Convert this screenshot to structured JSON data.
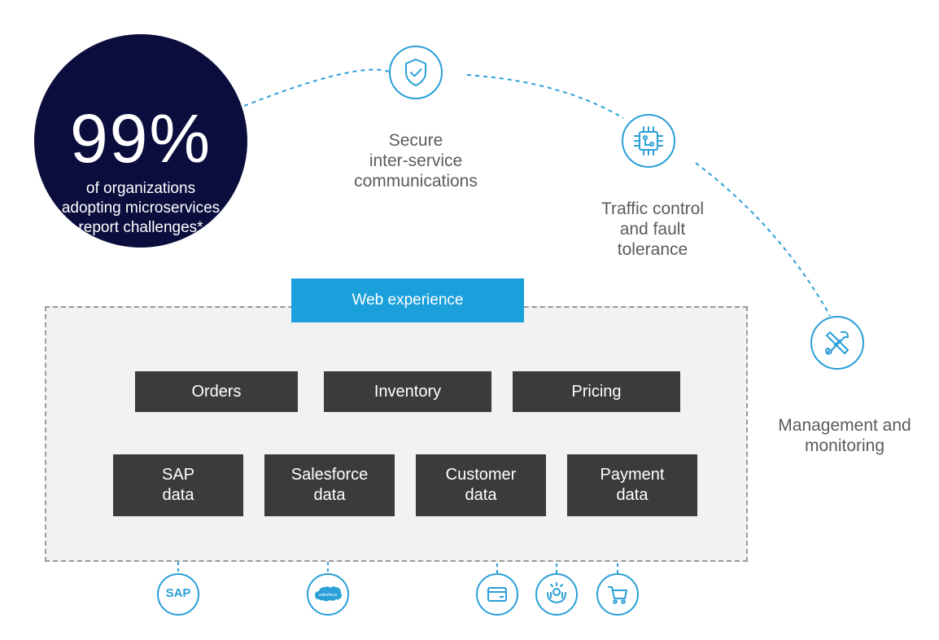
{
  "stat": {
    "value": "99%",
    "caption_lines": [
      "of organizations",
      "adopting microservices",
      "report challenges*"
    ]
  },
  "features": [
    {
      "icon": "shield-check-icon",
      "lines": [
        "Secure",
        "inter-service",
        "communications"
      ]
    },
    {
      "icon": "chip-icon",
      "lines": [
        "Traffic control",
        "and fault",
        "tolerance"
      ]
    },
    {
      "icon": "tools-icon",
      "lines": [
        "Management and",
        "monitoring"
      ]
    }
  ],
  "web_experience": "Web experience",
  "services": [
    "Orders",
    "Inventory",
    "Pricing"
  ],
  "data_sources": [
    {
      "lines": [
        "SAP",
        "data"
      ]
    },
    {
      "lines": [
        "Salesforce",
        "data"
      ]
    },
    {
      "lines": [
        "Customer",
        "data"
      ]
    },
    {
      "lines": [
        "Payment",
        "data"
      ]
    }
  ],
  "source_icons": [
    {
      "icon": "sap-logo-icon",
      "text": "SAP"
    },
    {
      "icon": "salesforce-cloud-icon",
      "text": "salesforce"
    },
    {
      "icon": "credit-card-icon"
    },
    {
      "icon": "customer-hands-icon"
    },
    {
      "icon": "shopping-cart-icon"
    }
  ],
  "colors": {
    "accent": "#1ca0dc",
    "dark_navy": "#0b0d3d",
    "box_dark": "#3b3b3b",
    "frame_bg": "#f2f2f2"
  }
}
